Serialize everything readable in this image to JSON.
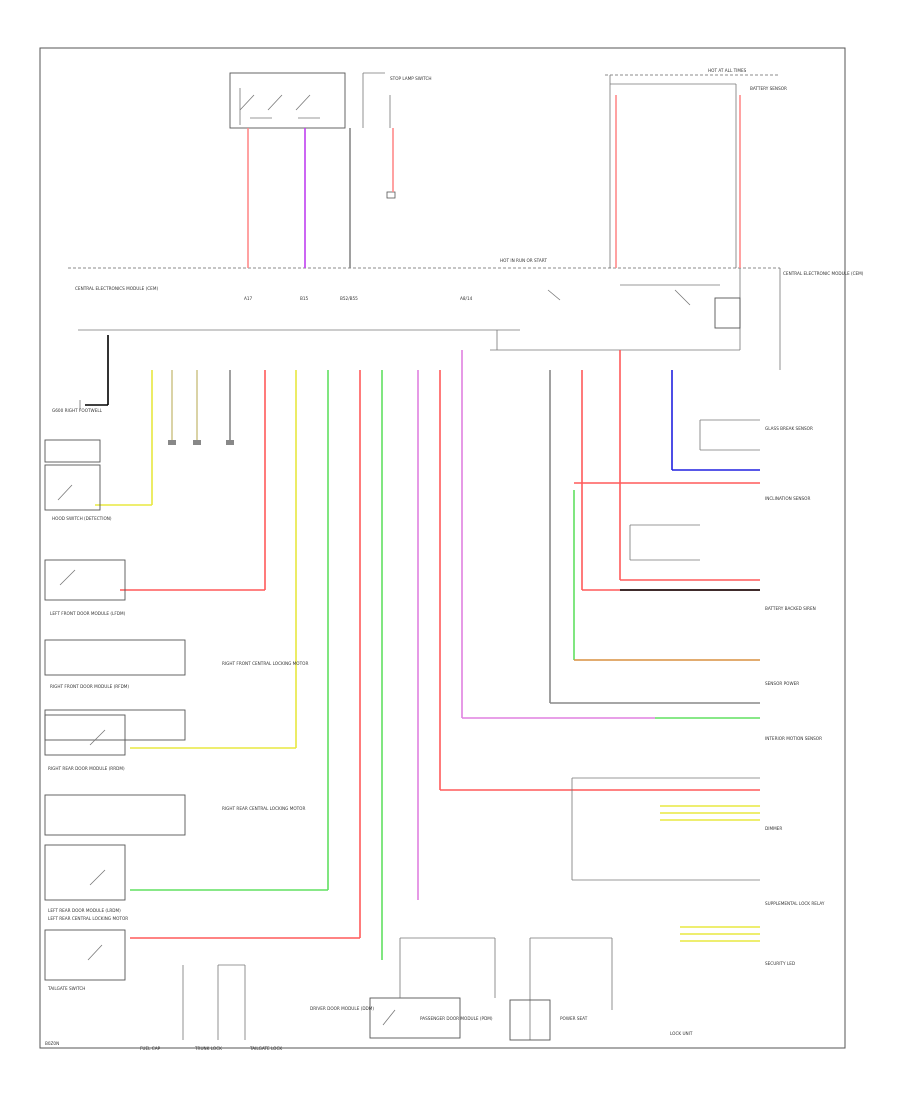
{
  "diagram": {
    "footer_code": "B0Z0N",
    "top_labels": {
      "stop_lamp_switch": "STOP LAMP SWITCH",
      "hot_at_all_times": "HOT AT ALL TIMES",
      "battery_sensor": "BATTERY SENSOR",
      "hot_in_run": "HOT IN RUN OR START",
      "bus_name": "CENTRAL ELECTRONICS MODULE (CEM)",
      "cem_right": "CENTRAL ELECTRONIC MODULE (CEM)",
      "pin_a": "A17",
      "pin_b": "B15",
      "pin_c": "B52/B55",
      "pin_d": "A8/14"
    },
    "left_components": [
      {
        "id": "ground",
        "label": "G600 RIGHT FOOTWELL"
      },
      {
        "id": "hood-switch",
        "label": "HOOD SWITCH (DETECTION)"
      },
      {
        "id": "lf-door",
        "label": "LEFT FRONT DOOR MODULE (LFDM)"
      },
      {
        "id": "rf-door",
        "label": "RIGHT FRONT DOOR MODULE (RFDM)"
      },
      {
        "id": "rf-lock",
        "label": "RIGHT FRONT CENTRAL LOCKING MOTOR"
      },
      {
        "id": "rr-door",
        "label": "RIGHT REAR DOOR MODULE (RRDM)"
      },
      {
        "id": "rr-lock",
        "label": "RIGHT REAR CENTRAL LOCKING MOTOR"
      },
      {
        "id": "lr-door",
        "label": "LEFT REAR DOOR MODULE (LRDM)"
      },
      {
        "id": "lr-lock",
        "label": "LEFT REAR CENTRAL LOCKING MOTOR"
      },
      {
        "id": "tailgate",
        "label": "TAILGATE SWITCH"
      }
    ],
    "right_components": [
      {
        "id": "glass-sensor",
        "label": "GLASS BREAK SENSOR"
      },
      {
        "id": "inclination",
        "label": "INCLINATION SENSOR"
      },
      {
        "id": "battery-backed",
        "label": "BATTERY BACKED SIREN"
      },
      {
        "id": "sensor-power",
        "label": "SENSOR POWER"
      },
      {
        "id": "interior-motion",
        "label": "INTERIOR MOTION SENSOR"
      },
      {
        "id": "dimmer",
        "label": "DIMMER"
      },
      {
        "id": "supplemental",
        "label": "SUPPLEMENTAL LOCK RELAY"
      },
      {
        "id": "security-led",
        "label": "SECURITY LED"
      }
    ],
    "bottom_components": [
      {
        "id": "fuel-cap",
        "label": "FUEL CAP"
      },
      {
        "id": "trunk-lock",
        "label": "TRUNK LOCK"
      },
      {
        "id": "tailgate-lock",
        "label": "TAILGATE LOCK"
      },
      {
        "id": "driver-module",
        "label": "DRIVER DOOR MODULE (DDM)"
      },
      {
        "id": "passenger-module",
        "label": "PASSENGER DOOR MODULE (PDM)"
      },
      {
        "id": "power-seat",
        "label": "POWER SEAT"
      },
      {
        "id": "lock-unit",
        "label": "LOCK UNIT"
      }
    ]
  },
  "colors": {
    "red": "#ff5a5a",
    "pink": "#ff8a8a",
    "violet": "#c040f0",
    "magenta": "#e080e0",
    "yellow": "#e8e840",
    "green": "#60e060",
    "blue": "#2020e0",
    "orange": "#d89040",
    "black": "#000000",
    "gray": "#888888",
    "tan": "#d0c890"
  }
}
